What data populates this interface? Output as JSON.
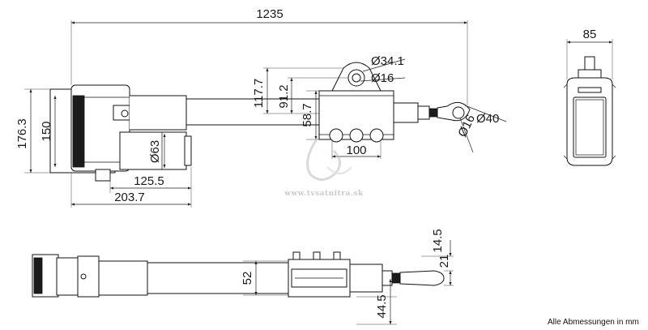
{
  "dimensions": {
    "overall_length": "1235",
    "width_85": "85",
    "eye_dia_34": "Ø34.1",
    "eye_pin_16_top": "Ø16",
    "height_117": "117.7",
    "height_91": "91.2",
    "height_58": "58.7",
    "rod_end_40": "Ø40",
    "rod_end_pin_16": "Ø16",
    "motor_dia_63": "Ø63",
    "height_176": "176.3",
    "height_150": "150",
    "spacing_100": "100",
    "length_125": "125.5",
    "length_203": "203.7",
    "side_14": "14.5",
    "side_21": "21",
    "side_52": "52",
    "side_44": "44.5"
  },
  "watermark": "www.tvsatnitra.sk",
  "footnote": "Alle Abmessungen in mm"
}
